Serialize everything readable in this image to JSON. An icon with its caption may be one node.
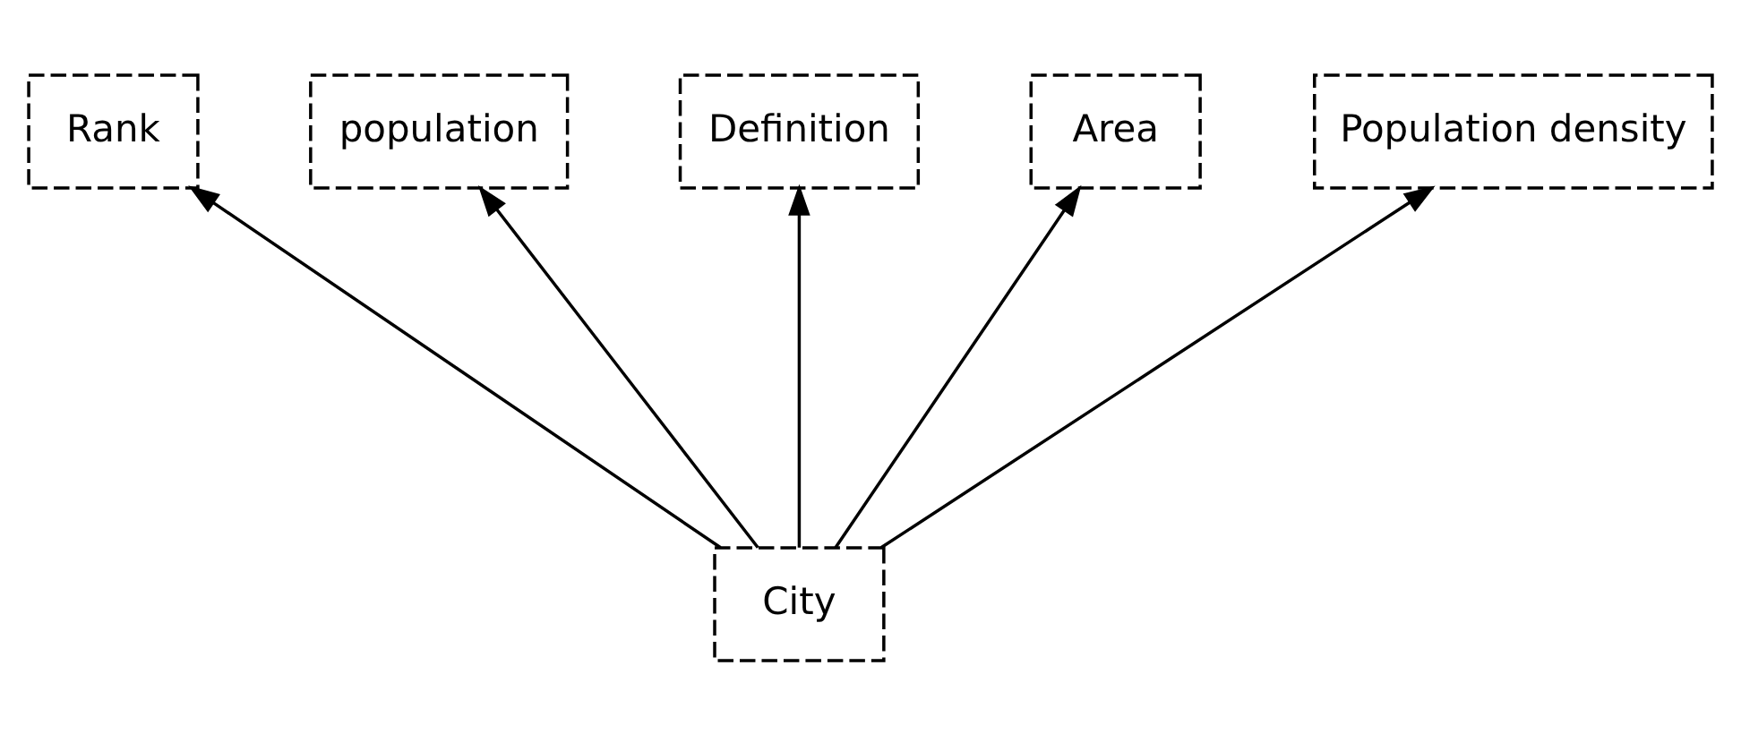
{
  "diagram": {
    "nodes": [
      {
        "text": [
          "Rank"
        ]
      },
      {
        "text": [
          "population"
        ]
      },
      {
        "text": [
          "Definition"
        ]
      },
      {
        "text": [
          "Area"
        ]
      },
      {
        "text": [
          "Population density"
        ]
      },
      {
        "text": [
          "City"
        ]
      }
    ],
    "edges": [
      {
        "from": 5,
        "to": 0,
        "arrow": "to"
      },
      {
        "from": 5,
        "to": 1,
        "arrow": "to"
      },
      {
        "from": 5,
        "to": 2,
        "arrow": "to"
      },
      {
        "from": 5,
        "to": 3,
        "arrow": "to"
      },
      {
        "from": 5,
        "to": 4,
        "arrow": "to"
      }
    ]
  }
}
